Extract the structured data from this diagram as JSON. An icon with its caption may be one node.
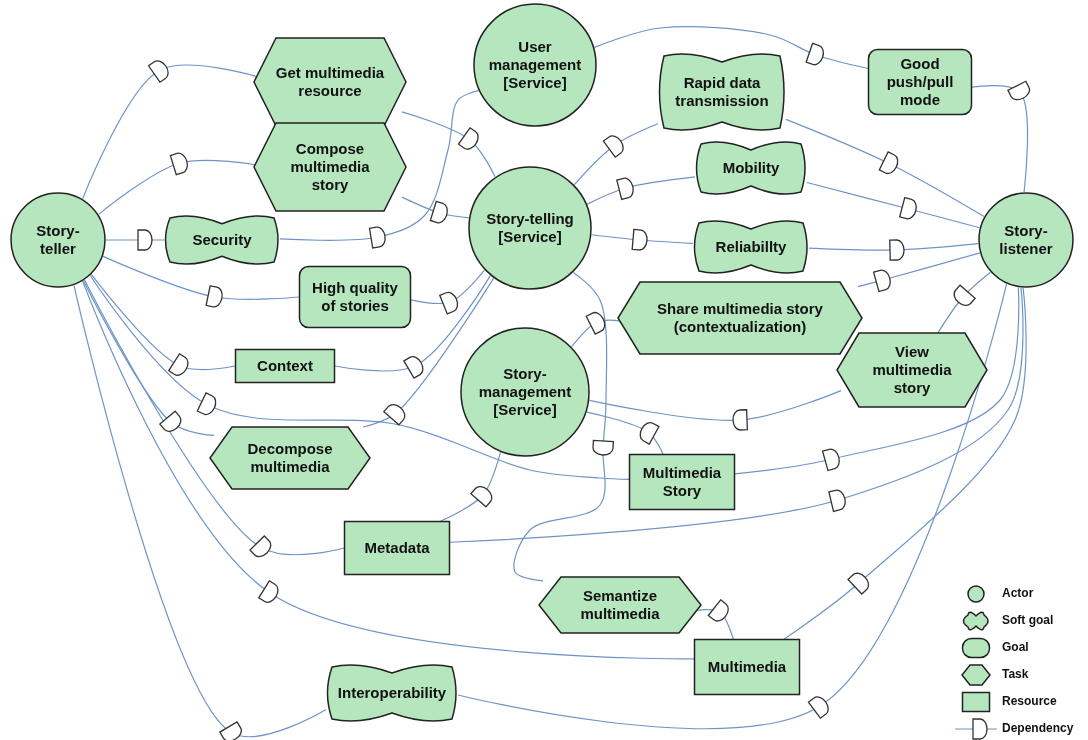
{
  "diagram": {
    "nodes": [
      {
        "text": [
          "Story-teller"
        ]
      },
      {
        "text": [
          "Get multimedia resource"
        ]
      },
      {
        "text": [
          "User management [Service]"
        ]
      },
      {
        "text": [
          "Compose multimedia story"
        ]
      },
      {
        "text": [
          "Security"
        ]
      },
      {
        "text": [
          "Story-telling [Service]"
        ]
      },
      {
        "text": [
          "High quality of stories"
        ]
      },
      {
        "text": [
          "Context"
        ]
      },
      {
        "text": [
          "Story-management [Service]"
        ]
      },
      {
        "text": [
          "Decompose multimedia"
        ]
      },
      {
        "text": [
          "Rapid data transmission"
        ]
      },
      {
        "text": [
          "Good push/pull mode"
        ]
      },
      {
        "text": [
          "Mobility"
        ]
      },
      {
        "text": [
          "Reliabillty"
        ]
      },
      {
        "text": [
          "Share multimedia story (contextualization)"
        ]
      },
      {
        "text": [
          "Story-listener"
        ]
      },
      {
        "text": [
          "View multimedia story"
        ]
      },
      {
        "text": [
          "Multimedia Story"
        ]
      },
      {
        "text": [
          "Metadata"
        ]
      },
      {
        "text": [
          "Semantize multimedia"
        ]
      },
      {
        "text": [
          "Multimedia"
        ]
      },
      {
        "text": [
          "Interoperability"
        ]
      }
    ],
    "edges": [
      {
        "from": 0,
        "to": 1,
        "arrow": "none"
      },
      {
        "from": 1,
        "to": 5,
        "arrow": "none"
      },
      {
        "from": 0,
        "to": 3,
        "arrow": "none"
      },
      {
        "from": 3,
        "to": 5,
        "arrow": "none"
      },
      {
        "from": 0,
        "to": 4,
        "arrow": "none"
      },
      {
        "from": 4,
        "to": 2,
        "arrow": "none"
      },
      {
        "from": 0,
        "to": 6,
        "arrow": "none"
      },
      {
        "from": 6,
        "to": 5,
        "arrow": "none"
      },
      {
        "from": 0,
        "to": 7,
        "arrow": "none"
      },
      {
        "from": 7,
        "to": 5,
        "arrow": "none"
      },
      {
        "from": 0,
        "to": 9,
        "arrow": "none"
      },
      {
        "from": 9,
        "to": 5,
        "arrow": "none"
      },
      {
        "from": 0,
        "to": 17,
        "arrow": "none"
      },
      {
        "from": 17,
        "to": 8,
        "arrow": "none"
      },
      {
        "from": 0,
        "to": 18,
        "arrow": "none"
      },
      {
        "from": 18,
        "to": 8,
        "arrow": "none"
      },
      {
        "from": 18,
        "to": 15,
        "arrow": "none"
      },
      {
        "from": 17,
        "to": 15,
        "arrow": "none"
      },
      {
        "from": 0,
        "to": 20,
        "arrow": "none"
      },
      {
        "from": 20,
        "to": 15,
        "arrow": "none"
      },
      {
        "from": 19,
        "to": 20,
        "arrow": "none"
      },
      {
        "from": 5,
        "to": 19,
        "arrow": "none"
      },
      {
        "from": 0,
        "to": 21,
        "arrow": "none"
      },
      {
        "from": 21,
        "to": 15,
        "arrow": "none"
      },
      {
        "from": 2,
        "to": 11,
        "arrow": "none"
      },
      {
        "from": 11,
        "to": 15,
        "arrow": "none"
      },
      {
        "from": 5,
        "to": 10,
        "arrow": "none"
      },
      {
        "from": 10,
        "to": 15,
        "arrow": "none"
      },
      {
        "from": 5,
        "to": 12,
        "arrow": "none"
      },
      {
        "from": 12,
        "to": 15,
        "arrow": "none"
      },
      {
        "from": 5,
        "to": 13,
        "arrow": "none"
      },
      {
        "from": 13,
        "to": 15,
        "arrow": "none"
      },
      {
        "from": 8,
        "to": 14,
        "arrow": "none"
      },
      {
        "from": 14,
        "to": 15,
        "arrow": "none"
      },
      {
        "from": 15,
        "to": 16,
        "arrow": "none"
      },
      {
        "from": 16,
        "to": 8,
        "arrow": "none"
      }
    ],
    "legend": [
      {
        "text": "Actor"
      },
      {
        "text": "Soft goal"
      },
      {
        "text": "Goal"
      },
      {
        "text": "Task"
      },
      {
        "text": "Resource"
      },
      {
        "text": "Dependency"
      }
    ]
  }
}
